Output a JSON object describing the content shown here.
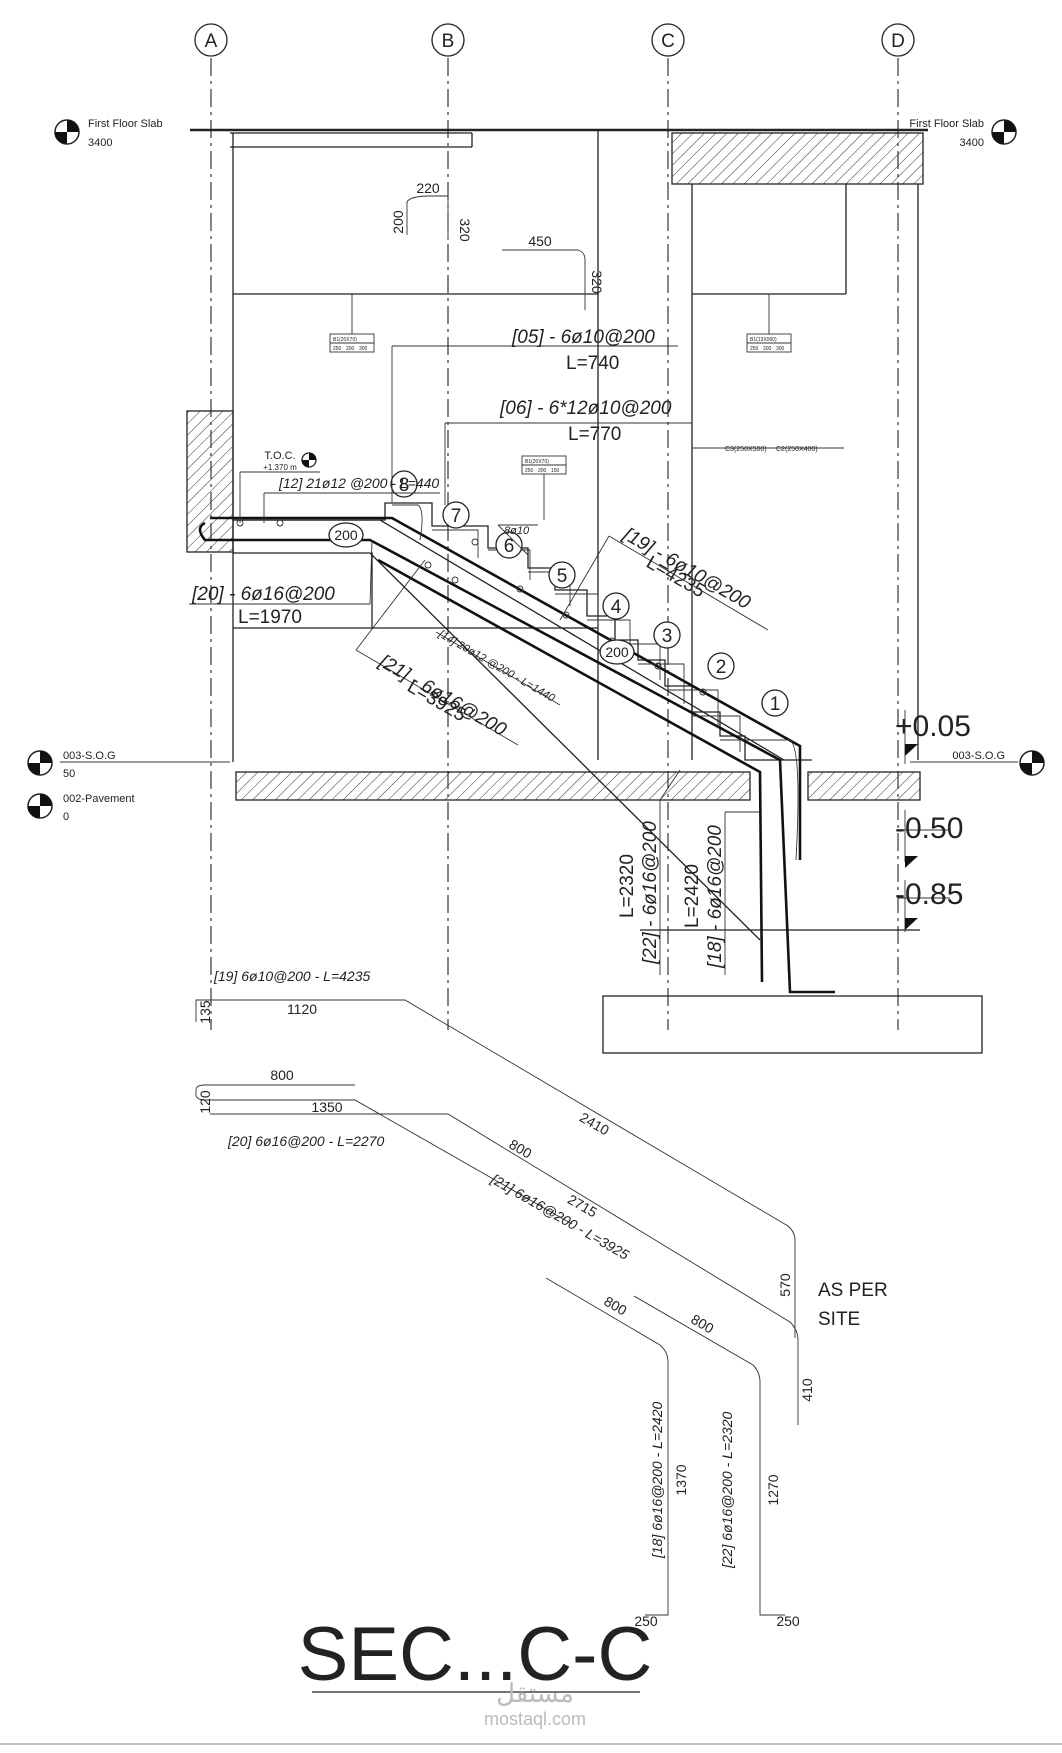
{
  "grid_axes": [
    "A",
    "B",
    "C",
    "D"
  ],
  "levels": {
    "first_floor_left": {
      "name": "First Floor Slab",
      "value": "3400"
    },
    "first_floor_right": {
      "name": "First Floor Slab",
      "value": "3400"
    },
    "sog_left": {
      "name": "003-S.O.G",
      "value": "50"
    },
    "pavement": {
      "name": "002-Pavement",
      "value": "0"
    },
    "sog_right": {
      "name": "003-S.O.G"
    },
    "toc": {
      "name": "T.O.C.",
      "value": "+1.370 m"
    }
  },
  "elevations": [
    "+0.05",
    "-0.50",
    "-0.85"
  ],
  "step_numbers": [
    "1",
    "2",
    "3",
    "4",
    "5",
    "6",
    "7",
    "8"
  ],
  "thickness_tags": [
    "200",
    "200"
  ],
  "section_tags": {
    "beam_left": [
      "B1(20X70)",
      "250",
      "200",
      "300"
    ],
    "beam_right": [
      "B1(13X060)",
      "250",
      "200",
      "300"
    ],
    "beam_mid": [
      "B1(20X70)",
      "250",
      "200",
      "150"
    ],
    "columns": [
      "C3(250X500)",
      "C2(250X400)"
    ]
  },
  "dims": {
    "d220": "220",
    "d200": "200",
    "d320a": "320",
    "d450": "450",
    "d320b": "320",
    "d1120": "1120",
    "d135": "135",
    "d2410": "2410",
    "d570": "570",
    "d800a": "800",
    "d120": "120",
    "d1350": "1350",
    "d800b": "800",
    "d2715": "2715",
    "d410": "410",
    "d800c": "800",
    "d1370": "1370",
    "d250a": "250",
    "d800d": "800",
    "d1270": "1270",
    "d250b": "250"
  },
  "rebar_labels": {
    "r05": "[05] - 6ø10@200",
    "r05_len": "L=740",
    "r06": "[06] - 6*12ø10@200",
    "r06_len": "L=770",
    "r12": "[12] 21ø12 @200 - L=440",
    "r19": "[19] - 6ø10@200",
    "r19_len": "L=4235",
    "r20": "[20] - 6ø16@200",
    "r20_len": "L=1970",
    "r21": "[21] - 6ø16@200",
    "r21_len": "L=3925",
    "r14": "[14] 20ø12 @200 - L=1440",
    "r8_10": "8ø10",
    "r22": "[22] - 6ø16@200",
    "r22_len": "L=2320",
    "r18": "[18] - 6ø16@200",
    "r18_len": "L=2420"
  },
  "schedule_labels": {
    "s19": "[19] 6ø10@200 - L=4235",
    "s20": "[20] 6ø16@200 - L=2270",
    "s21": "[21] 6ø16@200 - L=3925",
    "s18": "[18] 6ø16@200 - L=2420",
    "s22": "[22] 6ø16@200 - L=2320"
  },
  "note": [
    "AS PER",
    "SITE"
  ],
  "title": "SEC...C-C",
  "watermark": [
    "مستقل",
    "mostaql.com"
  ],
  "colors": {
    "ink": "#222222",
    "hatch": "#333333",
    "paper": "#ffffff"
  }
}
